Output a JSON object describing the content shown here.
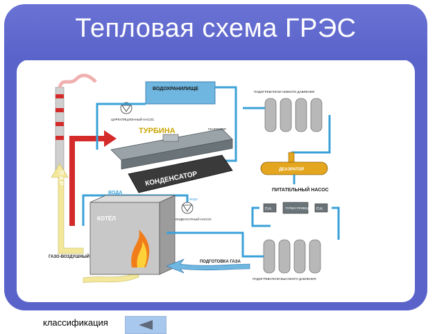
{
  "slide": {
    "title": "Тепловая схема ГРЭС"
  },
  "diagram": {
    "reservoir": "ВОДОХРАНИЛИЩЕ",
    "circulation_pump": "ЦИРКУЛЯЦИОННЫЙ НАСОС",
    "turbine": "ТУРБИНА",
    "generator": "ГЕНЕРАТОР",
    "condenser": "КОНДЕНСАТОР",
    "steam": "П А Р",
    "water": "ВОДА",
    "water_small": "ВОДА",
    "boiler": "КОТЁЛ",
    "condensate_pump": "КОНДЕНСАТНЫЙ НАСОС",
    "gas_prep": "ПОДГОТОВКА ГАЗА",
    "air_gas_tract": "ГАЗО-ВОЗДУШНЫЙ ТРАКТ",
    "low_pressure_heaters": "ПОДОГРЕВАТЕЛИ НИЗКОГО ДАВЛЕНИЯ",
    "deaerator": "ДЕАЭРАТОР",
    "feed_pump": "ПИТАТЕЛЬНЫЙ НАСОС",
    "pn_left": "П.Н.",
    "pn_right": "П.Н.",
    "turbo_drive": "ТУРБО-ПРИВОД",
    "high_pressure_heaters": "ПОДОГРЕВАТЕЛИ ВЫСОКОГО ДАВЛЕНИЯ"
  },
  "footer": {
    "label": "классификация"
  },
  "colors": {
    "frame": "#5a63c9",
    "steam": "#d42a2a",
    "water": "#3aa0d8",
    "air": "#f2e79a"
  }
}
